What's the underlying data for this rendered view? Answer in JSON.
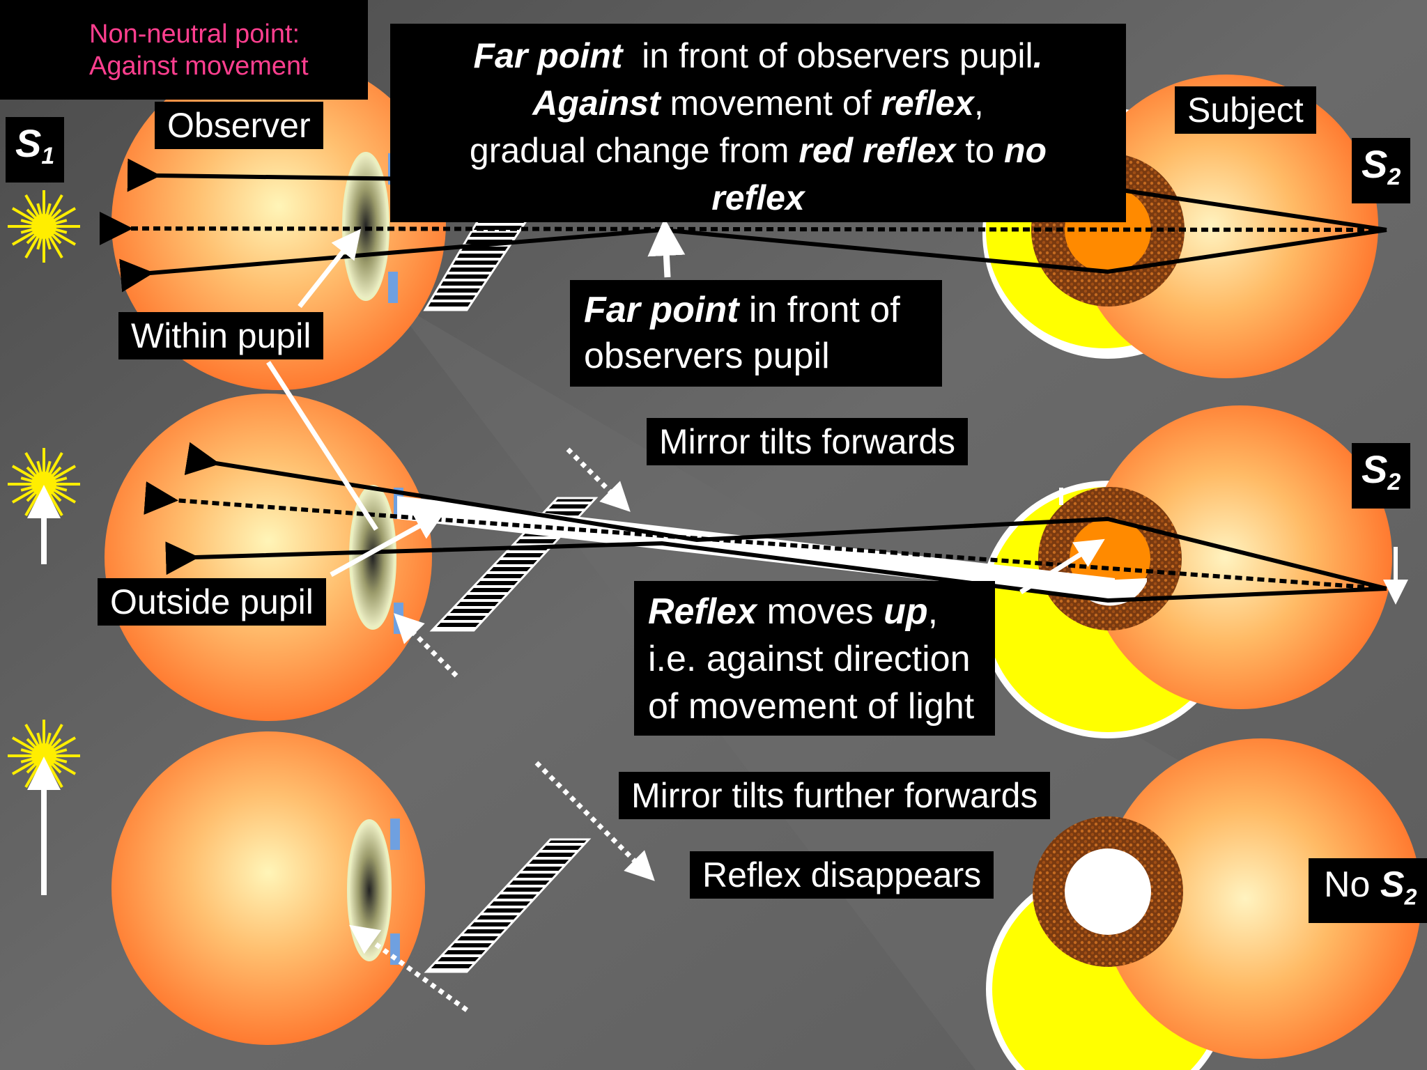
{
  "corner_note": {
    "line1": "Non-neutral point:",
    "line2": "Against movement"
  },
  "observer_label": "Observer",
  "subject_label": "Subject",
  "s1": {
    "letter": "S",
    "sub": "1"
  },
  "s2_top": {
    "letter": "S",
    "sub": "2"
  },
  "s2_mid": {
    "letter": "S",
    "sub": "2"
  },
  "no_s2": {
    "prefix": "No ",
    "letter": "S",
    "sub": "2"
  },
  "main_box": {
    "l1_b": "Far point",
    "l1_t": "  in front of observers pupil",
    "l1_end": ".",
    "l2_b": "Against",
    "l2_t": " movement of ",
    "l2_b2": "reflex",
    "l2_end": ",",
    "l3_t": "gradual change from ",
    "l3_b": "red reflex",
    "l3_t2": " to ",
    "l3_b2": "no",
    "l4_b": "reflex"
  },
  "far_point_box": {
    "b": "Far point",
    "t": " in front of",
    "line2": "observers pupil"
  },
  "within_pupil": "Within pupil",
  "outside_pupil": "Outside pupil",
  "mirror_tilts": "Mirror tilts forwards",
  "mirror_tilts_further": "Mirror tilts further forwards",
  "reflex_disappears": "Reflex disappears",
  "reflex_box": {
    "b1": "Reflex",
    "t1": " moves ",
    "b2": "up",
    "t1_end": ",",
    "line2": "i.e. against direction",
    "line3": "of movement of light"
  },
  "colors": {
    "background": "#5a5a5a",
    "eye_orange": "#ff7a30",
    "eye_center": "#fff3b0",
    "label_bg": "#000000",
    "note_pink": "#ff3f8f",
    "sun": "#ffee00",
    "subject_yellow": "#ffff00"
  }
}
